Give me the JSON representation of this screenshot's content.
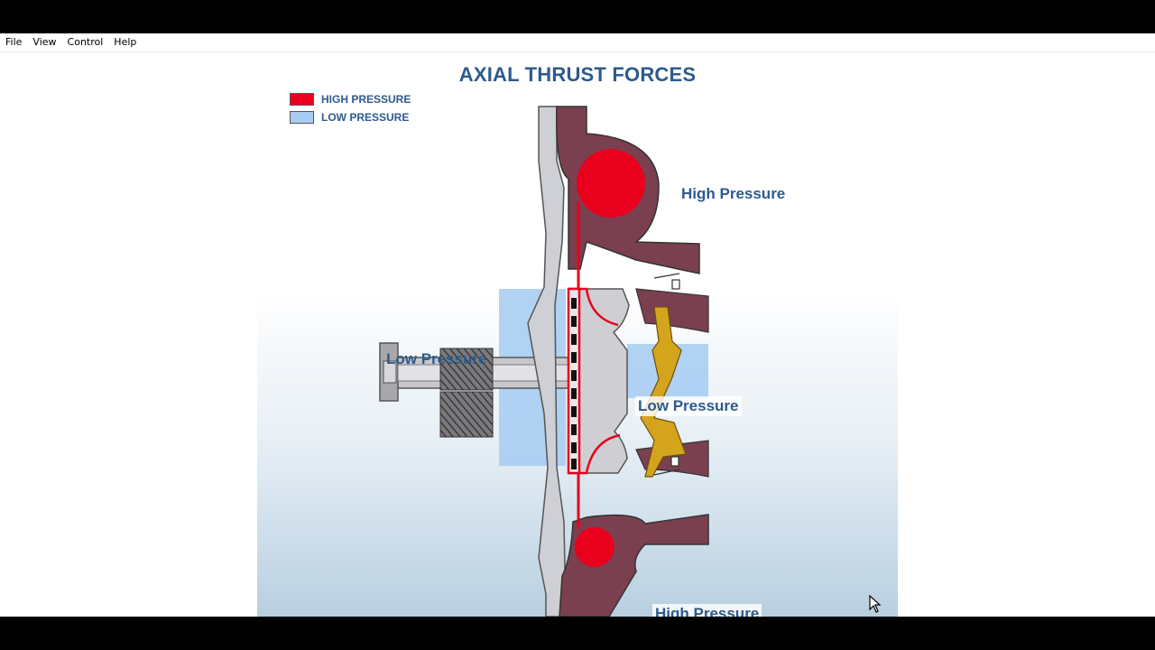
{
  "menubar": {
    "items": [
      "File",
      "View",
      "Control",
      "Help"
    ]
  },
  "diagram": {
    "title": "AXIAL THRUST FORCES",
    "legend": [
      {
        "label": "HIGH PRESSURE",
        "color": "#e8001c"
      },
      {
        "label": "LOW PRESSURE",
        "color": "#a9cdf2"
      }
    ],
    "callouts": {
      "top_right": "High Pressure",
      "left": "Low Pressure",
      "center": "Low Pressure",
      "bottom_right": "High Pressure"
    },
    "colors": {
      "title": "#2e5a8c",
      "casing": "#7a4050",
      "impeller": "#cfcfd3",
      "high_pressure": "#e8001c",
      "low_pressure": "#a9cdf2",
      "blade": "#d4a51c",
      "shaft": "#c8c8cc"
    }
  }
}
